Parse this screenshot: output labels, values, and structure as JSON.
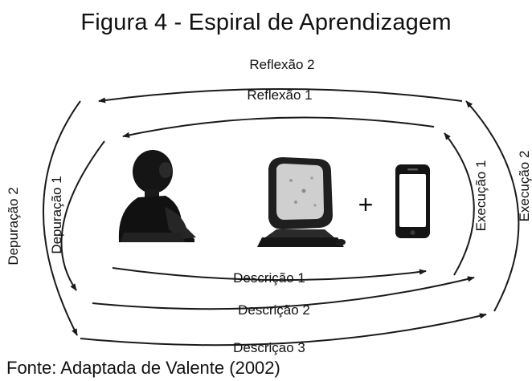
{
  "figure": {
    "title": "Figura 4 - Espiral de Aprendizagem",
    "source": "Fonte: Adaptada de Valente (2002)"
  },
  "labels": {
    "reflexao_2": "Reflexão 2",
    "reflexao_1": "Reflexão 1",
    "depuracao_2": "Depuração 2",
    "depuracao_1": "Depuração 1",
    "execucao_1": "Execução 1",
    "execucao_2": "Execução 2",
    "descricao_1": "Descrição 1",
    "descricao_2": "Descrição 2",
    "descricao_3": "Descrição 3",
    "plus": "+"
  },
  "icons": {
    "person": "person-at-computer-icon",
    "computer": "computer-icon",
    "phone": "smartphone-icon"
  },
  "colors": {
    "line": "#1a1a1a",
    "text": "#111111",
    "background": "#ffffff"
  }
}
